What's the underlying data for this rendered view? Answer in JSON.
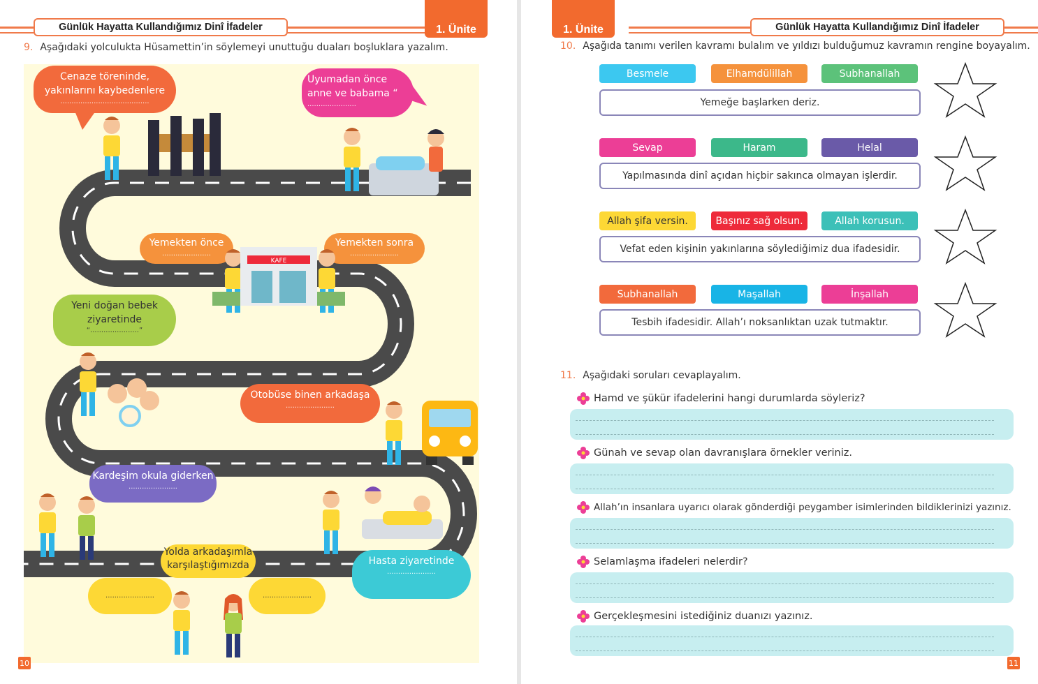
{
  "header": {
    "title": "Günlük Hayatta Kullandığımız Dinî İfadeler",
    "unit": "1. Ünite"
  },
  "left": {
    "page_number": "10",
    "question": {
      "number": "9.",
      "text": "Aşağıdaki yolculukta Hüsamettin’in söylemeyi unuttuğu duaları boşluklara yazalım."
    },
    "bubbles": [
      {
        "text": "Cenaze töreninde, yakınlarını kaybedenlere",
        "color": "#f26a3c"
      },
      {
        "text": "Uyumadan önce anne ve babama “",
        "color": "#ec3e96"
      },
      {
        "text": "Yemekten önce",
        "color": "#f5923c"
      },
      {
        "text": "Yemekten sonra",
        "color": "#f5923c"
      },
      {
        "text": "Yeni doğan bebek ziyaretinde",
        "color": "#a8cd4a"
      },
      {
        "text": "Otobüse binen arkadaşa",
        "color": "#f26a3c"
      },
      {
        "text": "Kardeşim okula giderken",
        "color": "#7b6bc4"
      },
      {
        "text": "Yolda arkadaşımla karşılaştığımızda",
        "color": "#fdd835"
      },
      {
        "text": "Hasta ziyaretinde",
        "color": "#3ccad6"
      }
    ],
    "blank_dots": "........................................",
    "short_dots": "......................",
    "quote_open": "“",
    "quote_close": "”",
    "cafe_sign": "KAFE"
  },
  "right": {
    "page_number": "11",
    "q10": {
      "number": "10.",
      "text": "Aşağıda tanımı verilen kavramı bulalım ve yıldızı bulduğumuz kavramın rengine boyayalım."
    },
    "groups": [
      {
        "options": [
          {
            "label": "Besmele",
            "color": "#3cc8f0"
          },
          {
            "label": "Elhamdülillah",
            "color": "#f5923c"
          },
          {
            "label": "Subhanallah",
            "color": "#5cc27a"
          }
        ],
        "definition": "Yemeğe başlarken deriz."
      },
      {
        "options": [
          {
            "label": "Sevap",
            "color": "#ec3e96"
          },
          {
            "label": "Haram",
            "color": "#3cb88a"
          },
          {
            "label": "Helal",
            "color": "#6a5aa8"
          }
        ],
        "definition": "Yapılmasında dinî açıdan hiçbir sakınca olmayan işlerdir."
      },
      {
        "options": [
          {
            "label": "Allah şifa versin.",
            "color": "#fdd835",
            "text_color": "#333333"
          },
          {
            "label": "Başınız sağ olsun.",
            "color": "#ee2a3a"
          },
          {
            "label": "Allah korusun.",
            "color": "#3cc0b8"
          }
        ],
        "definition": "Vefat eden kişinin yakınlarına söylediğimiz dua ifadesidir."
      },
      {
        "options": [
          {
            "label": "Subhanallah",
            "color": "#f26a3c"
          },
          {
            "label": "Maşallah",
            "color": "#18b4e6"
          },
          {
            "label": "İnşallah",
            "color": "#ec3e96"
          }
        ],
        "definition": "Tesbih ifadesidir. Allah’ı noksanlıktan uzak tutmaktır."
      }
    ],
    "q11": {
      "number": "11.",
      "text": "Aşağıdaki soruları cevaplayalım.",
      "items": [
        "Hamd ve şükür ifadelerini hangi durumlarda söyleriz?",
        "Günah ve sevap olan davranışlara örnekler veriniz.",
        "Allah’ın insanlara uyarıcı olarak gönderdiği peygamber isimlerinden bildiklerinizi yazınız.",
        "Selamlaşma ifadeleri nelerdir?",
        "Gerçekleşmesini istediğiniz duanızı yazınız."
      ]
    }
  },
  "colors": {
    "accent": "#f26a2e",
    "road": "#4a4a4a",
    "answer_bg": "#c7eef0",
    "box_border": "#8a86b8"
  }
}
